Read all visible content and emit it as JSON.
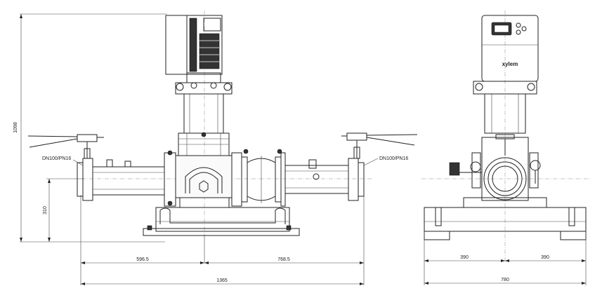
{
  "drawing": {
    "flange_label_left": "DN100/PN16",
    "flange_label_right": "DN100/PN16",
    "brand": "xylem",
    "dimensions": {
      "height_total": "1098",
      "height_axis": "310",
      "left_to_axis": "596.5",
      "axis_to_right": "768.5",
      "total_length": "1365",
      "side_half_left": "390",
      "side_half_right": "390",
      "side_total": "780"
    }
  }
}
